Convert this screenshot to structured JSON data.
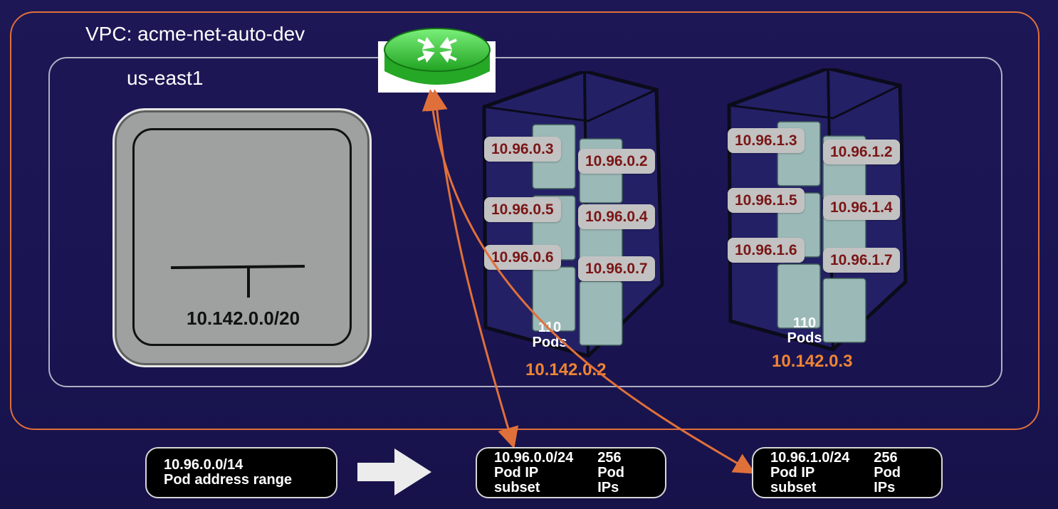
{
  "vpc": {
    "label": "VPC: acme-net-auto-dev"
  },
  "region": {
    "label": "us-east1"
  },
  "subnet": {
    "cidr": "10.142.0.0/20"
  },
  "nodes": [
    {
      "ip": "10.142.0.2",
      "pods_count": "110",
      "pods_word": "Pods",
      "pod_ips": [
        "10.96.0.3",
        "10.96.0.2",
        "10.96.0.5",
        "10.96.0.4",
        "10.96.0.6",
        "10.96.0.7"
      ]
    },
    {
      "ip": "10.142.0.3",
      "pods_count": "110",
      "pods_word": "Pods",
      "pod_ips": [
        "10.96.1.3",
        "10.96.1.2",
        "10.96.1.5",
        "10.96.1.4",
        "10.96.1.6",
        "10.96.1.7"
      ]
    }
  ],
  "ranges": {
    "pod_range": {
      "cidr": "10.96.0.0/14",
      "desc": "Pod address range"
    },
    "subset1": {
      "cidr": "10.96.0.0/24",
      "desc": "Pod IP subset",
      "count": "256",
      "count_desc": "Pod IPs"
    },
    "subset2": {
      "cidr": "10.96.1.0/24",
      "desc": "Pod IP subset",
      "count": "256",
      "count_desc": "Pod IPs"
    }
  },
  "colors": {
    "accent": "#e0703a",
    "node_ip": "#ef8433",
    "pod_ip_text": "#7a1616",
    "router": "#3cd33c"
  },
  "icons": [
    "router-icon",
    "server-rack-icon",
    "arrow-right-icon"
  ]
}
